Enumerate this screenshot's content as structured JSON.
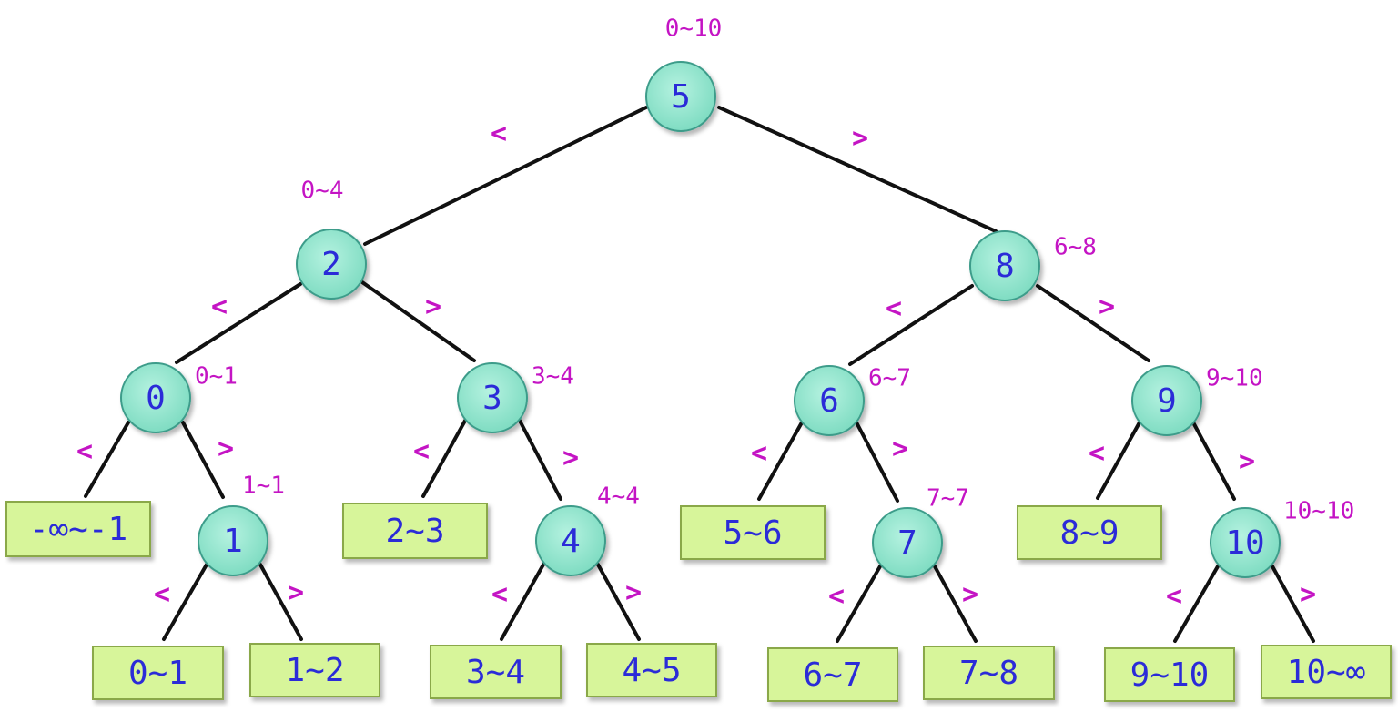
{
  "colors": {
    "node_fill_light": "#b5f2e0",
    "node_fill_dark": "#7fdcc2",
    "leaf_fill": "#d7f59a",
    "label_blue": "#2b2bd8",
    "annotation_magenta": "#c414c4"
  },
  "nodes": [
    {
      "id": "n5",
      "label": "5",
      "range": "0~10"
    },
    {
      "id": "n2",
      "label": "2",
      "range": "0~4"
    },
    {
      "id": "n8",
      "label": "8",
      "range": "6~8"
    },
    {
      "id": "n0",
      "label": "0",
      "range": "0~1"
    },
    {
      "id": "n3",
      "label": "3",
      "range": "3~4"
    },
    {
      "id": "n6",
      "label": "6",
      "range": "6~7"
    },
    {
      "id": "n9",
      "label": "9",
      "range": "9~10"
    },
    {
      "id": "n1",
      "label": "1",
      "range": "1~1"
    },
    {
      "id": "n4",
      "label": "4",
      "range": "4~4"
    },
    {
      "id": "n7",
      "label": "7",
      "range": "7~7"
    },
    {
      "id": "n10",
      "label": "10",
      "range": "10~10"
    }
  ],
  "leaves": [
    {
      "id": "l0",
      "label": "-∞~-1"
    },
    {
      "id": "l1",
      "label": "2~3"
    },
    {
      "id": "l2",
      "label": "5~6"
    },
    {
      "id": "l3",
      "label": "8~9"
    },
    {
      "id": "l4",
      "label": "0~1"
    },
    {
      "id": "l5",
      "label": "1~2"
    },
    {
      "id": "l6",
      "label": "3~4"
    },
    {
      "id": "l7",
      "label": "4~5"
    },
    {
      "id": "l8",
      "label": "6~7"
    },
    {
      "id": "l9",
      "label": "7~8"
    },
    {
      "id": "l10",
      "label": "9~10"
    },
    {
      "id": "l11",
      "label": "10~∞"
    }
  ],
  "edges": [
    {
      "from": "n5",
      "to": "n2",
      "side": "<"
    },
    {
      "from": "n5",
      "to": "n8",
      "side": ">"
    },
    {
      "from": "n2",
      "to": "n0",
      "side": "<"
    },
    {
      "from": "n2",
      "to": "n3",
      "side": ">"
    },
    {
      "from": "n8",
      "to": "n6",
      "side": "<"
    },
    {
      "from": "n8",
      "to": "n9",
      "side": ">"
    },
    {
      "from": "n0",
      "to": "l0",
      "side": "<"
    },
    {
      "from": "n0",
      "to": "n1",
      "side": ">"
    },
    {
      "from": "n3",
      "to": "l1",
      "side": "<"
    },
    {
      "from": "n3",
      "to": "n4",
      "side": ">"
    },
    {
      "from": "n6",
      "to": "l2",
      "side": "<"
    },
    {
      "from": "n6",
      "to": "n7",
      "side": ">"
    },
    {
      "from": "n9",
      "to": "l3",
      "side": "<"
    },
    {
      "from": "n9",
      "to": "n10",
      "side": ">"
    },
    {
      "from": "n1",
      "to": "l4",
      "side": "<"
    },
    {
      "from": "n1",
      "to": "l5",
      "side": ">"
    },
    {
      "from": "n4",
      "to": "l6",
      "side": "<"
    },
    {
      "from": "n4",
      "to": "l7",
      "side": ">"
    },
    {
      "from": "n7",
      "to": "l8",
      "side": "<"
    },
    {
      "from": "n7",
      "to": "l9",
      "side": ">"
    },
    {
      "from": "n10",
      "to": "l10",
      "side": "<"
    },
    {
      "from": "n10",
      "to": "l11",
      "side": ">"
    }
  ]
}
